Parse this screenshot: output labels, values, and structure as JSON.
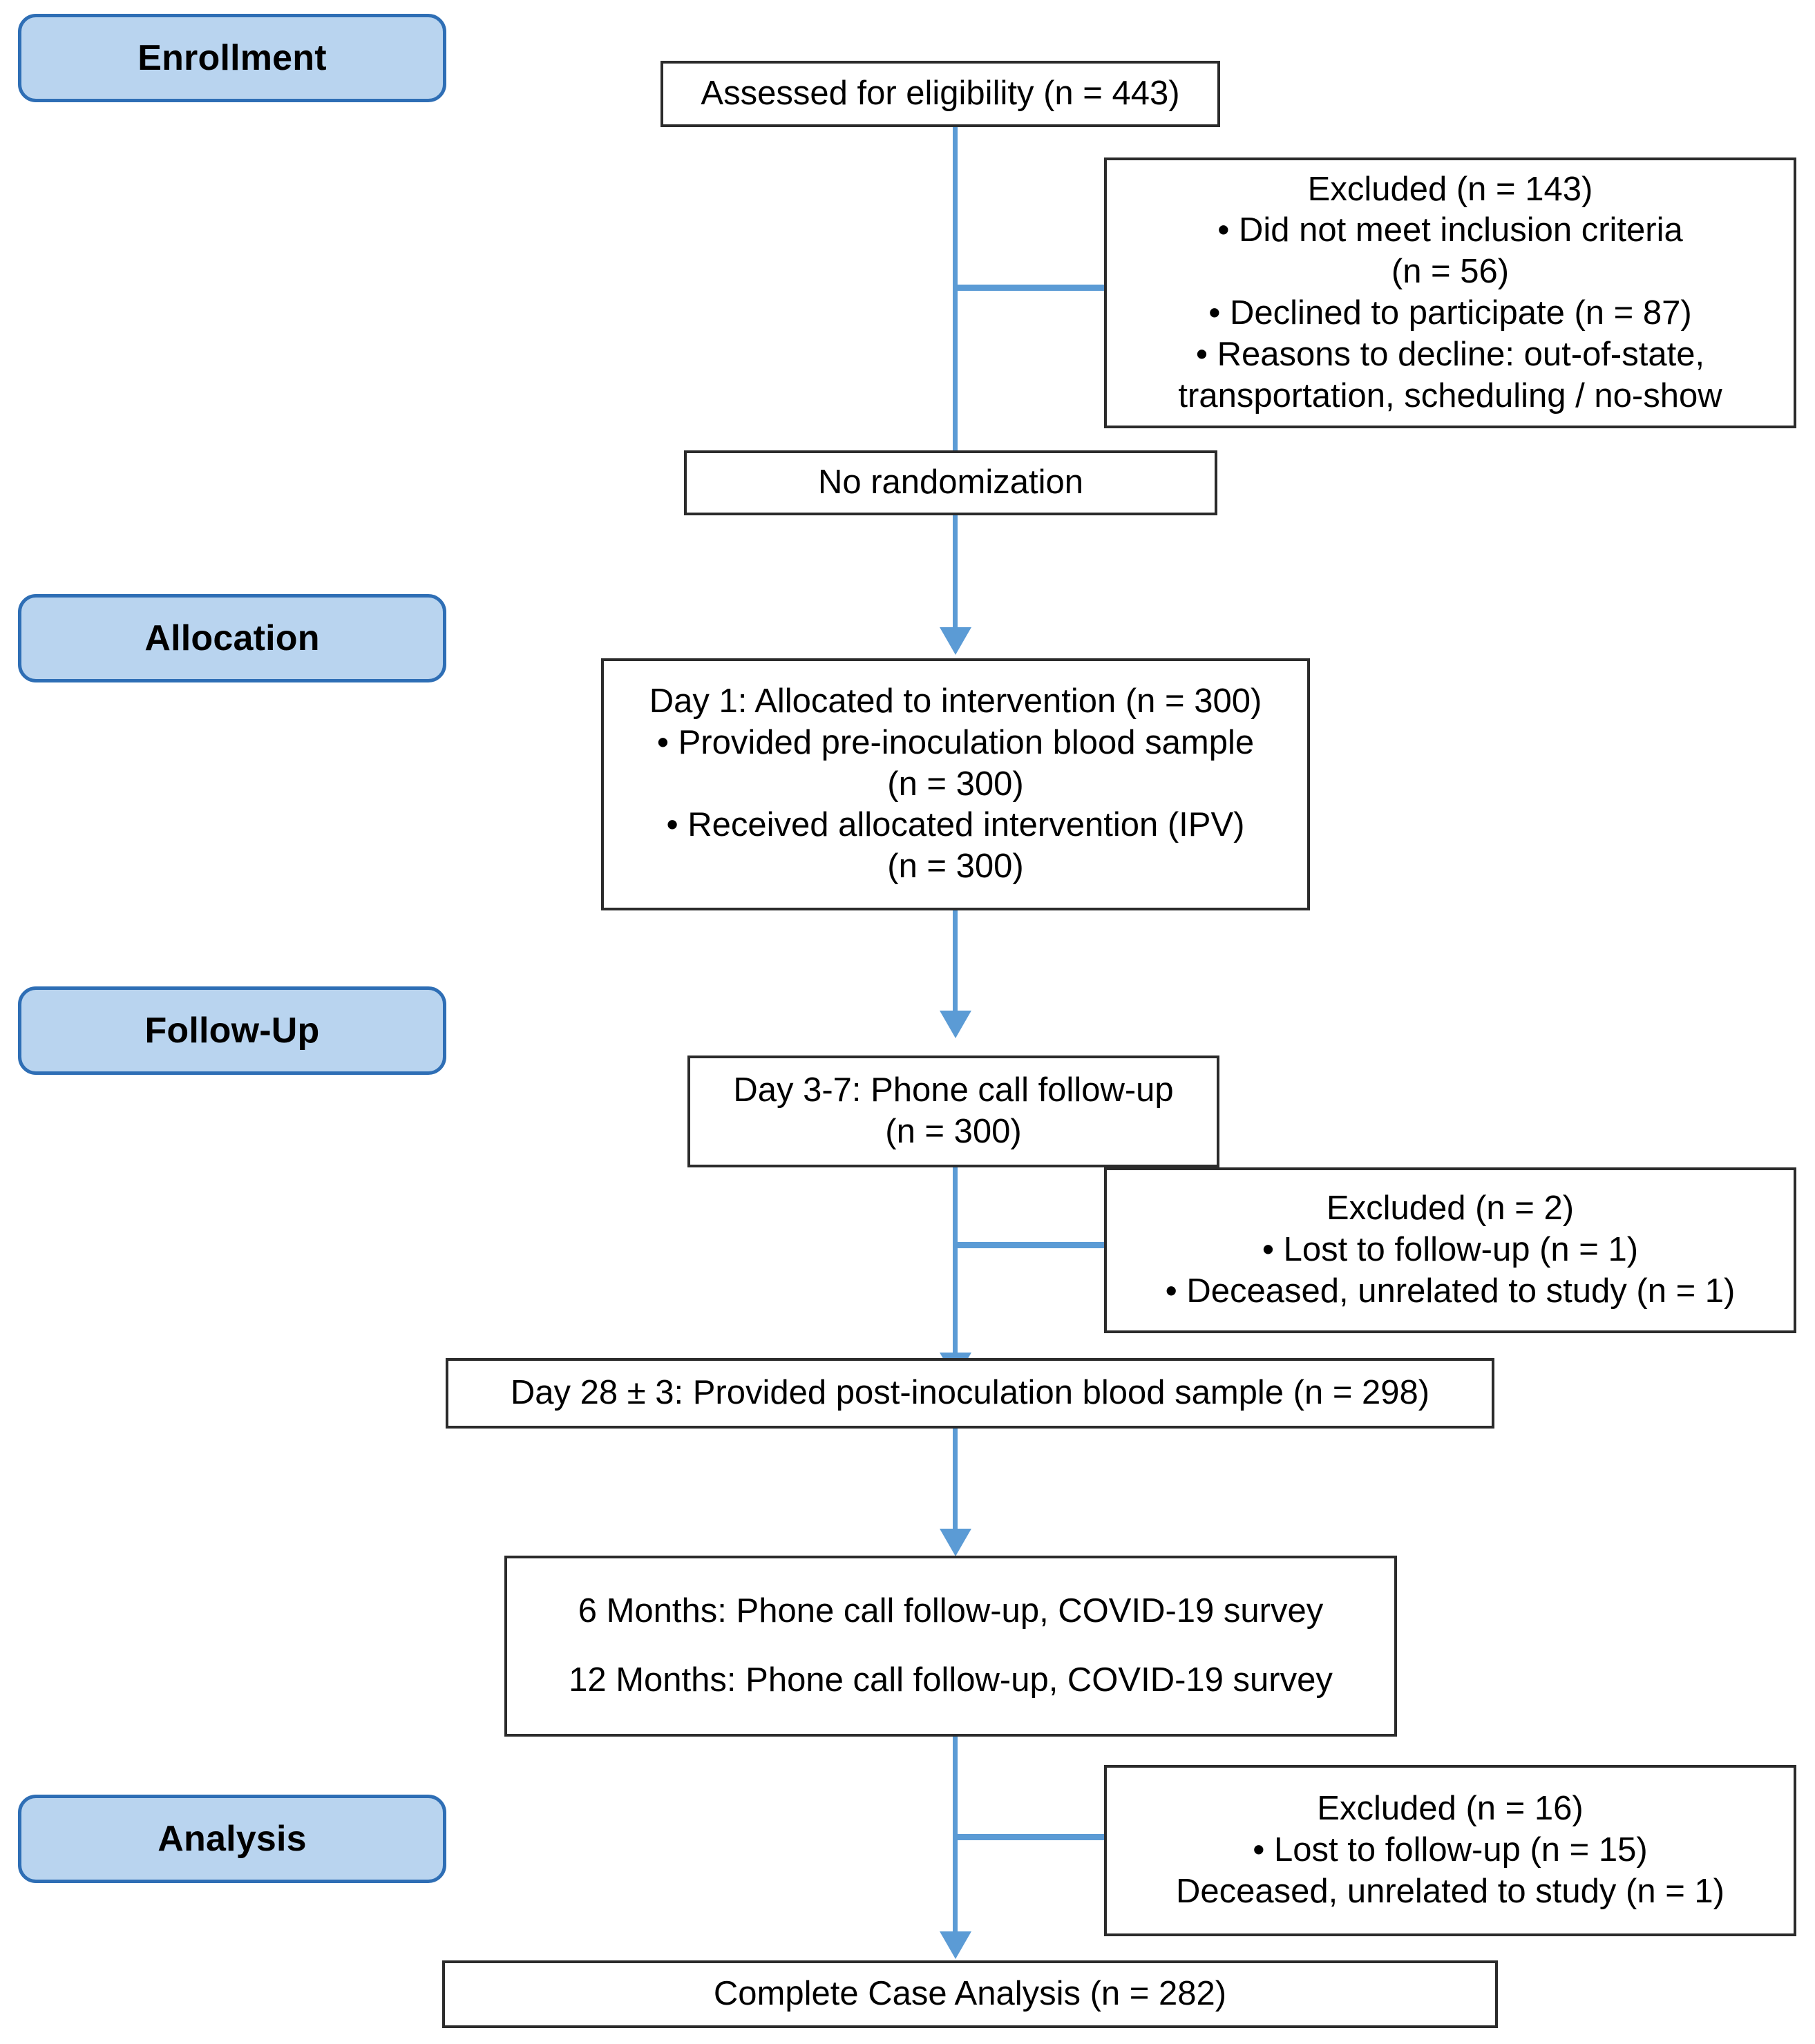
{
  "diagram": {
    "title": "CONSORT participant flow diagram",
    "colors": {
      "stage_fill": "#b9d4ef",
      "stage_border": "#2e6eb5",
      "connector": "#5b9bd5",
      "node_border": "#2b2b2b",
      "background": "#ffffff"
    }
  },
  "stages": [
    {
      "id": "enrollment",
      "label": "Enrollment"
    },
    {
      "id": "allocation",
      "label": "Allocation"
    },
    {
      "id": "followup",
      "label": "Follow-Up"
    },
    {
      "id": "analysis",
      "label": "Analysis"
    }
  ],
  "nodes": {
    "assessed": {
      "lines": [
        "Assessed for eligibility (n = 443)"
      ]
    },
    "excluded_enrollment": {
      "lines": [
        "Excluded (n = 143)",
        "• Did not meet inclusion criteria",
        "(n = 56)",
        "• Declined to participate (n = 87)",
        "• Reasons to decline: out-of-state,",
        "transportation, scheduling / no-show"
      ]
    },
    "no_randomization": {
      "lines": [
        "No randomization"
      ]
    },
    "allocated": {
      "lines": [
        "Day 1: Allocated to intervention (n = 300)",
        "• Provided pre-inoculation blood sample",
        "(n = 300)",
        "• Received allocated intervention (IPV)",
        "(n = 300)"
      ]
    },
    "day3_7": {
      "lines": [
        "Day 3-7: Phone call follow-up",
        "(n = 300)"
      ]
    },
    "excluded_followup": {
      "lines": [
        "Excluded (n = 2)",
        "• Lost to follow-up (n = 1)",
        "• Deceased, unrelated to study (n = 1)"
      ]
    },
    "day28": {
      "lines": [
        "Day 28 ± 3: Provided post-inoculation blood sample (n = 298)"
      ]
    },
    "months": {
      "lines": [
        "6 Months: Phone call follow-up, COVID-19 survey",
        "12 Months: Phone call follow-up, COVID-19 survey"
      ]
    },
    "excluded_analysis": {
      "lines": [
        "Excluded (n = 16)",
        "• Lost to follow-up (n = 15)",
        "Deceased, unrelated to study (n = 1)"
      ]
    },
    "complete": {
      "lines": [
        "Complete Case Analysis (n = 282)"
      ]
    }
  },
  "chart_data": {
    "type": "flowchart",
    "title": "CONSORT flow diagram",
    "counts": {
      "assessed_for_eligibility": 443,
      "excluded_total_enrollment": 143,
      "did_not_meet_inclusion_criteria": 56,
      "declined_to_participate": 87,
      "allocated_to_intervention_day1": 300,
      "provided_pre_inoculation_blood_sample": 300,
      "received_allocated_intervention_ipv": 300,
      "day3_7_phone_call_follow_up": 300,
      "excluded_follow_up_total": 2,
      "lost_to_follow_up_day3_7": 1,
      "deceased_unrelated_day3_7": 1,
      "day28_post_inoculation_blood_sample": 298,
      "excluded_analysis_total": 16,
      "lost_to_follow_up_analysis": 15,
      "deceased_unrelated_analysis": 1,
      "complete_case_analysis": 282
    },
    "stages": [
      "Enrollment",
      "Allocation",
      "Follow-Up",
      "Analysis"
    ],
    "flow": [
      {
        "from": "assessed_for_eligibility",
        "to": "no_randomization",
        "n": 443
      },
      {
        "from": "assessed_for_eligibility",
        "to": "excluded_enrollment",
        "n": 143
      },
      {
        "from": "no_randomization",
        "to": "allocated_day1",
        "n": 300
      },
      {
        "from": "allocated_day1",
        "to": "day3_7_phone_call",
        "n": 300
      },
      {
        "from": "day3_7_phone_call",
        "to": "excluded_follow_up",
        "n": 2
      },
      {
        "from": "day3_7_phone_call",
        "to": "day28_blood_sample",
        "n": 298
      },
      {
        "from": "day28_blood_sample",
        "to": "months_follow_up",
        "n": 298
      },
      {
        "from": "months_follow_up",
        "to": "excluded_analysis",
        "n": 16
      },
      {
        "from": "months_follow_up",
        "to": "complete_case_analysis",
        "n": 282
      }
    ]
  }
}
